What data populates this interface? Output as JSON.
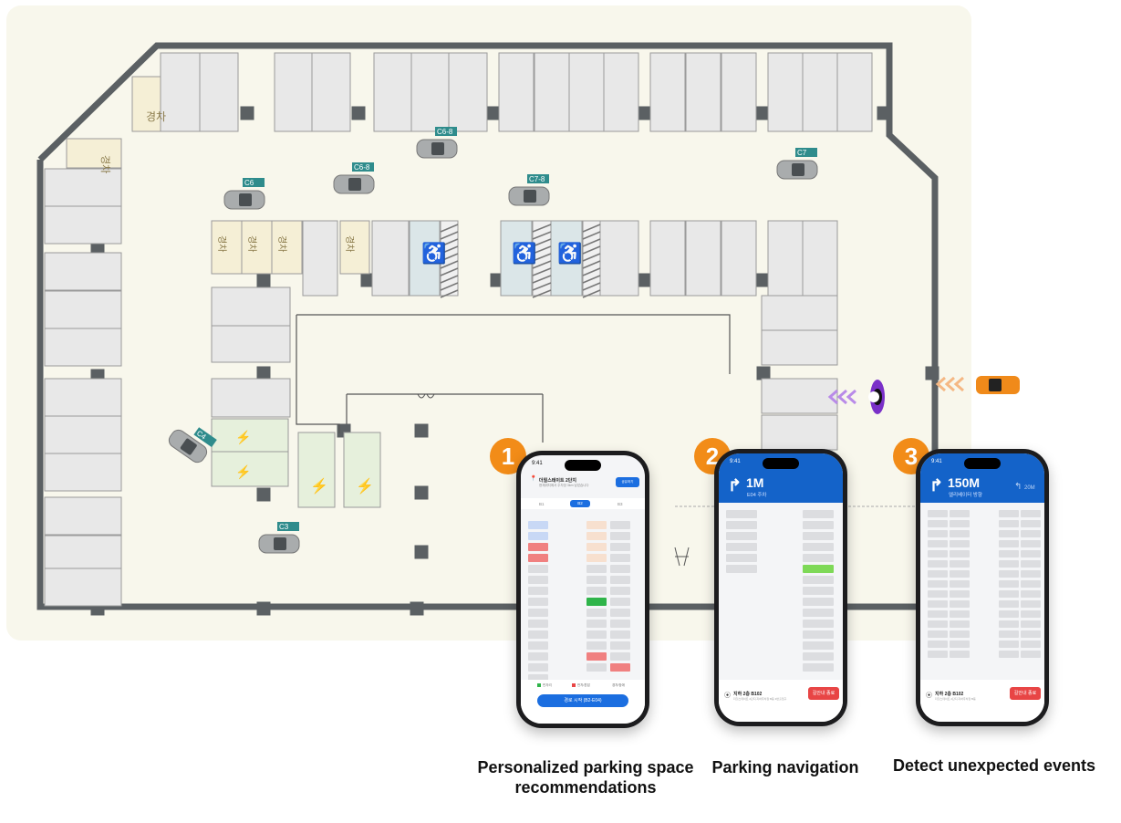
{
  "floorplan": {
    "compact_label": "경차",
    "car_labels": [
      "C6-8",
      "C6-8",
      "C6",
      "C7-8",
      "C7",
      "C4",
      "C3"
    ],
    "colors": {
      "background": "#f8f7ec",
      "wall": "#5b6063",
      "slot": "#e8e8e8",
      "compact": "#f5efd6",
      "ev": "#e6f0dc",
      "accessible": "#dbe6e8",
      "purple": "#7a30c8",
      "orange": "#f08a1a"
    }
  },
  "steps": [
    {
      "number": "1",
      "caption_line1": "Personalized parking space",
      "caption_line2": "recommendations"
    },
    {
      "number": "2",
      "caption_line1": "Parking navigation",
      "caption_line2": ""
    },
    {
      "number": "3",
      "caption_line1": "Detect unexpected events",
      "caption_line2": ""
    }
  ],
  "phone1": {
    "time": "9:41",
    "place": "더힐스테이트 2단지",
    "place_sub": "현재위치에서 주차장 3km 남았습니다",
    "share_btn": "공유하기",
    "tabs": [
      "B1",
      "B2",
      "B3"
    ],
    "legend": [
      "빈자리",
      "만차/혼잡",
      "경차/장애"
    ],
    "cta": "경로 시작 (B2-E04)"
  },
  "phone2": {
    "time": "9:41",
    "distance": "1M",
    "sub": "E04 주차",
    "location": "지하 2층 B102",
    "location_sub": "더힐스테이트 2단지 지하주차장 B동 3번출입구",
    "end_btn": "길안내 종료"
  },
  "phone3": {
    "time": "9:41",
    "distance": "150M",
    "sub": "엘리베이터 방향",
    "next": "20M",
    "location": "지하 2층 B102",
    "location_sub": "더힐스테이트 2단지 지하주차장 B동",
    "end_btn": "길안내 종료"
  }
}
